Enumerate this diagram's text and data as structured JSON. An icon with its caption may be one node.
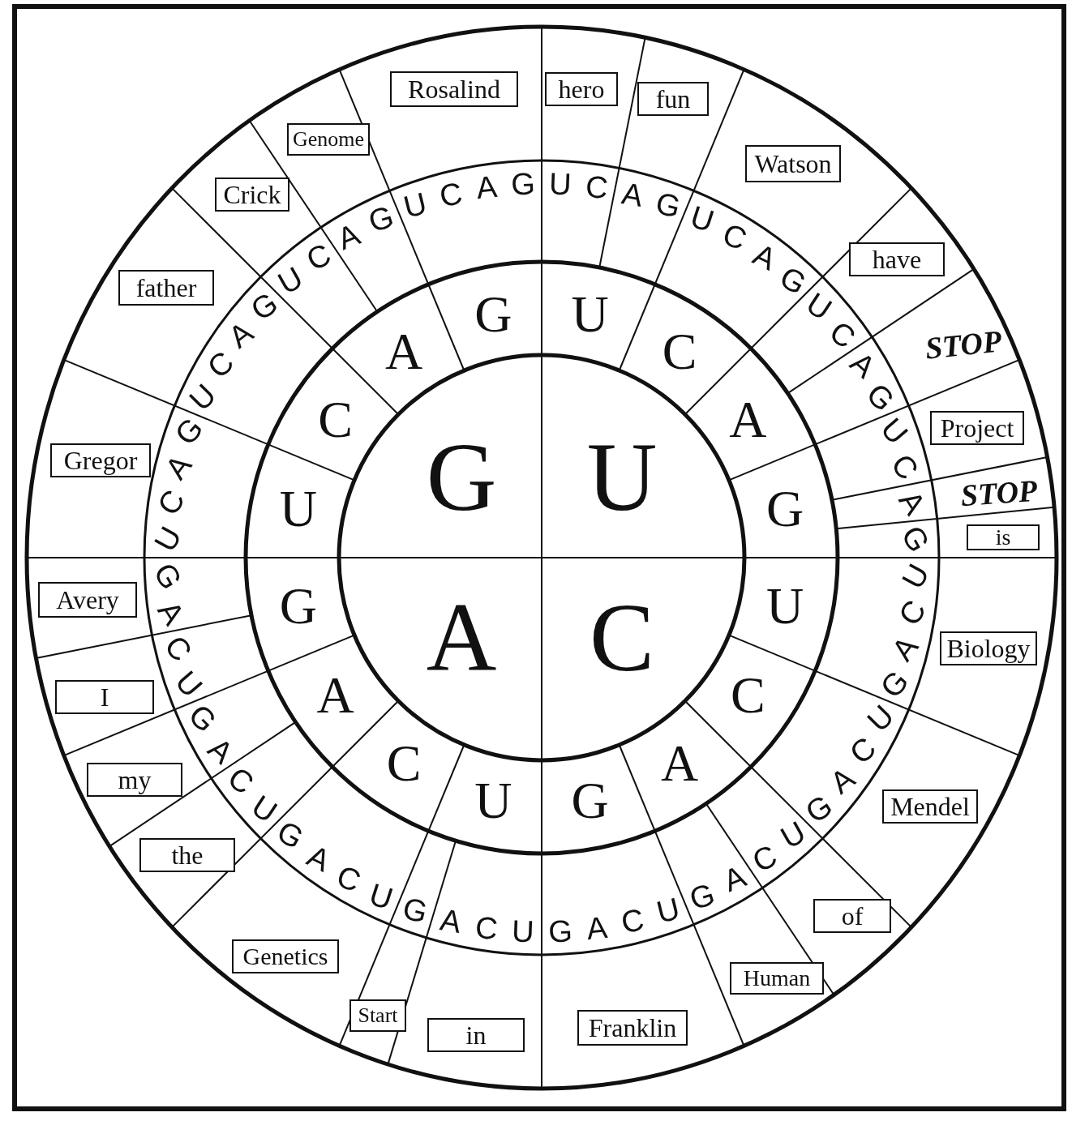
{
  "diagram": {
    "nodes": [
      {
        "text": [
          "Rosalind"
        ]
      },
      {
        "text": [
          "hero"
        ]
      },
      {
        "text": [
          "fun"
        ]
      },
      {
        "text": [
          "Genome"
        ]
      },
      {
        "text": [
          "Watson"
        ]
      },
      {
        "text": [
          "Crick"
        ]
      },
      {
        "text": [
          "have"
        ]
      },
      {
        "text": [
          "father"
        ]
      },
      {
        "text": [
          "Project"
        ]
      },
      {
        "text": [
          "Gregor"
        ]
      },
      {
        "text": [
          "is"
        ]
      },
      {
        "text": [
          "Avery"
        ]
      },
      {
        "text": [
          "Biology"
        ]
      },
      {
        "text": [
          "I"
        ]
      },
      {
        "text": [
          "my"
        ]
      },
      {
        "text": [
          "Mendel"
        ]
      },
      {
        "text": [
          "the"
        ]
      },
      {
        "text": [
          "of"
        ]
      },
      {
        "text": [
          "Genetics"
        ]
      },
      {
        "text": [
          "Human"
        ]
      },
      {
        "text": [
          "Start"
        ]
      },
      {
        "text": [
          "Franklin"
        ]
      },
      {
        "text": [
          "in"
        ]
      }
    ],
    "labels": [
      "U",
      "C",
      "A",
      "G",
      "U",
      "C",
      "A",
      "G",
      "U",
      "C",
      "A",
      "G",
      "U",
      "C",
      "A",
      "G",
      "U",
      "C",
      "A",
      "G",
      "U",
      "C",
      "A",
      "G",
      "U",
      "C",
      "A",
      "G",
      "U",
      "C",
      "A",
      "G",
      "U",
      "C",
      "A",
      "G",
      "U",
      "C",
      "A",
      "G",
      "U",
      "C",
      "A",
      "G",
      "U",
      "C",
      "A",
      "G",
      "U",
      "C",
      "A",
      "G",
      "U",
      "C",
      "A",
      "G",
      "U",
      "C",
      "A",
      "G",
      "U",
      "C",
      "A",
      "G",
      "U",
      "C",
      "A",
      "G",
      "U",
      "C",
      "A",
      "G",
      "U",
      "C",
      "A",
      "G",
      "U",
      "C",
      "A",
      "G",
      "U",
      "C",
      "A",
      "G",
      "STOP",
      "STOP"
    ]
  }
}
